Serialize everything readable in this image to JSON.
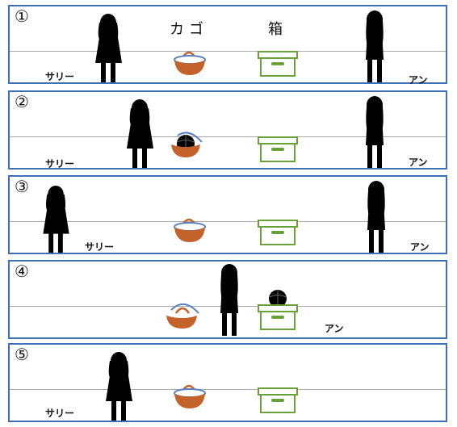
{
  "panels": [
    {
      "number": "①",
      "sally_label": "サリー",
      "ann_label": "アン",
      "label_basket": "カゴ",
      "label_box": "箱"
    },
    {
      "number": "②",
      "sally_label": "サリー",
      "ann_label": "アン"
    },
    {
      "number": "③",
      "sally_label": "サリー",
      "ann_label": "アン"
    },
    {
      "number": "④",
      "ann_label": "アン"
    },
    {
      "number": "⑤",
      "sally_label": "サリー"
    }
  ],
  "colors": {
    "frame": "#3f6fb6",
    "basket": "#c4622b",
    "box": "#6aa03a",
    "silhouette": "#000000",
    "floor": "#a9a9a9"
  },
  "icons": [
    "girl-silhouette-icon",
    "basket-icon",
    "box-icon",
    "ball-icon"
  ]
}
